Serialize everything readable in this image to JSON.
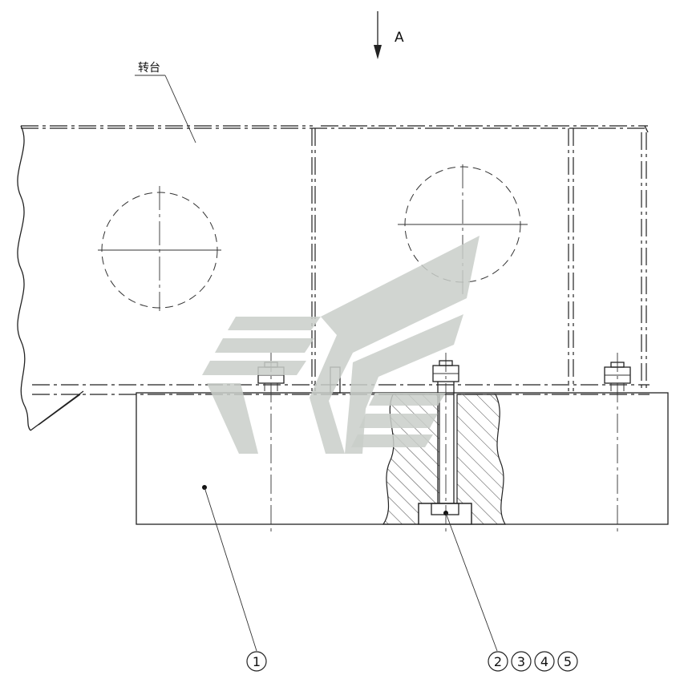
{
  "view_label": "A",
  "turntable_label": "转台",
  "balloon_left": [
    "1"
  ],
  "balloon_right": [
    "2",
    "3",
    "4",
    "5"
  ],
  "colors": {
    "line": "#222222",
    "hatch": "#444444",
    "watermark": "#c9cec9"
  }
}
